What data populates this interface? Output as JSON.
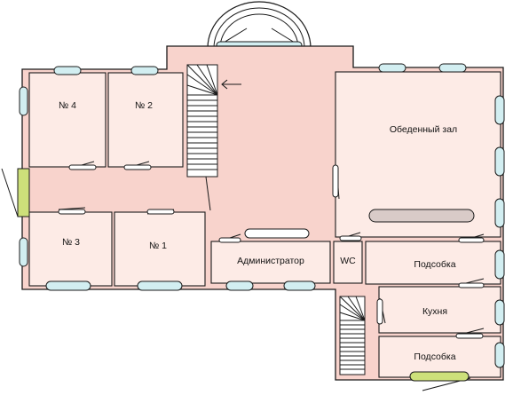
{
  "rooms": {
    "room4": "№ 4",
    "room2": "№ 2",
    "room3": "№ 3",
    "room1": "№ 1",
    "dining": "Обеденный зал",
    "admin": "Администратор",
    "wc": "WC",
    "storage1": "Подсобка",
    "kitchen": "Кухня",
    "storage2": "Подсобка"
  },
  "colors": {
    "wall_fill": "#f8d3cc",
    "room_fill": "#fdebe6",
    "window_fill": "#d2eef1",
    "yellow_window_fill": "#cde07a"
  }
}
